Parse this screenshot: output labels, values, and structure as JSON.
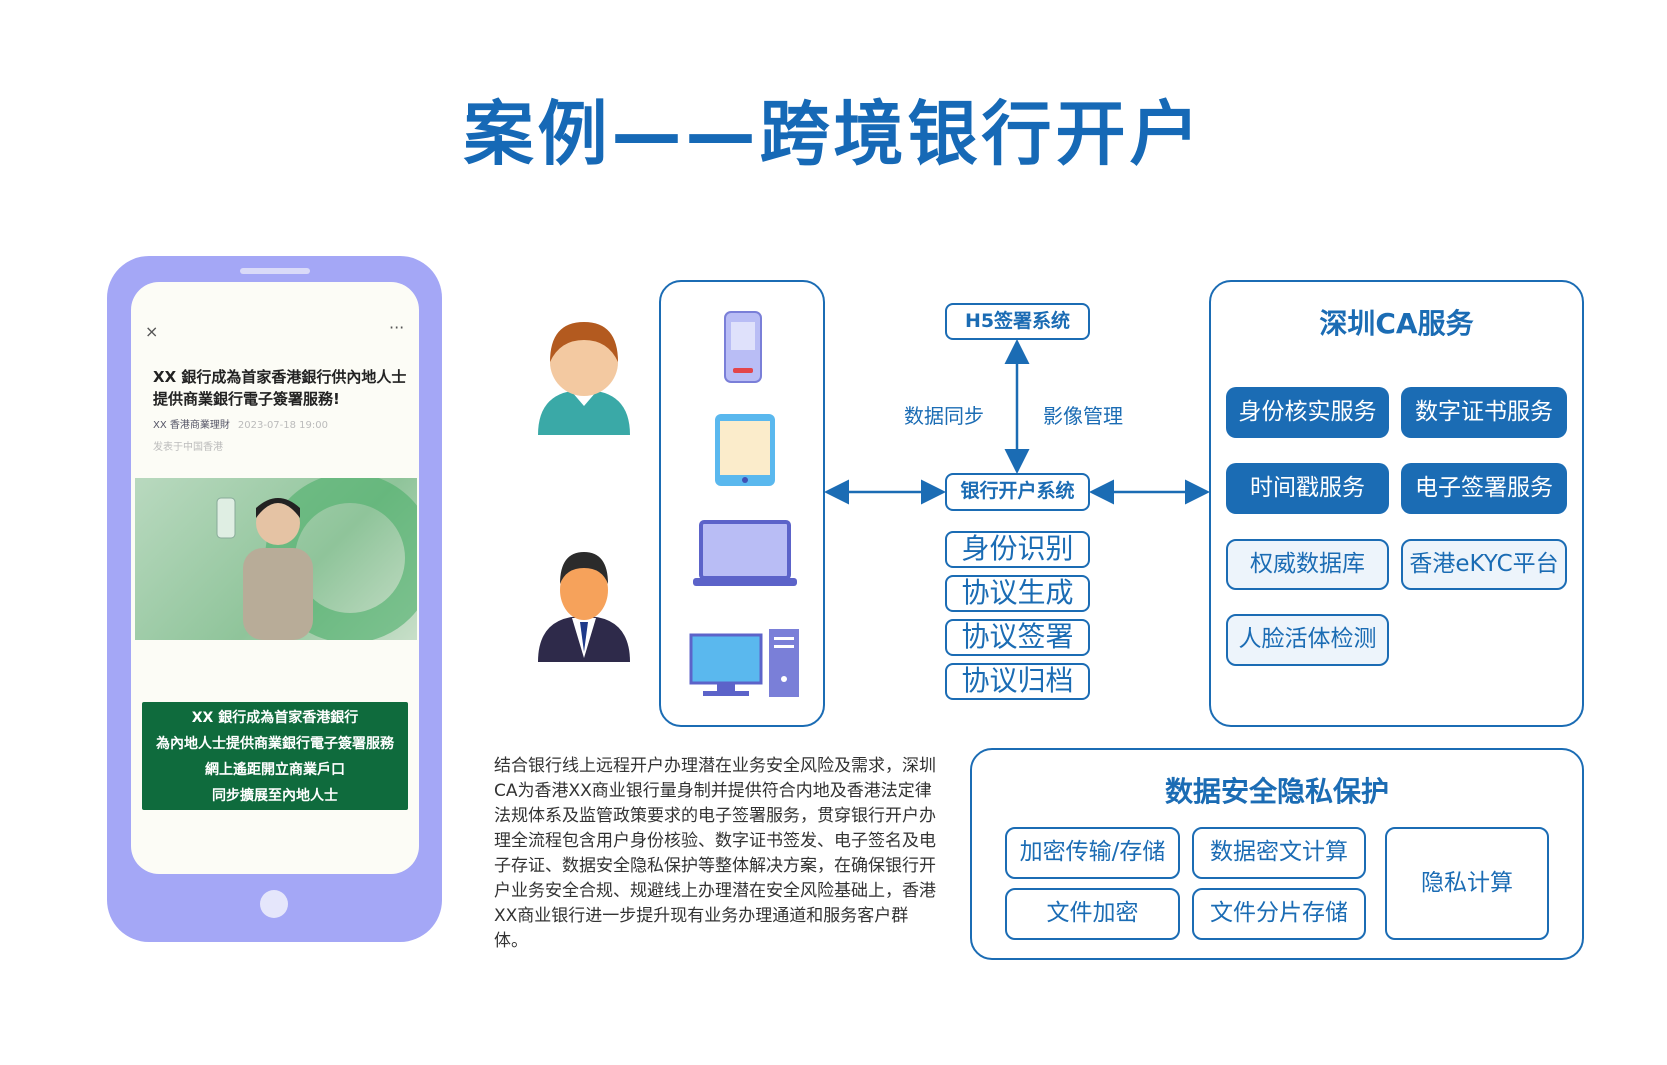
{
  "title": "案例——跨境银行开户",
  "phone": {
    "close": "×",
    "more": "···",
    "headline": "XX 銀行成為首家香港銀行供內地人士提供商業銀行電子簽署服務!",
    "source": "XX 香港商業理財",
    "date": "2023-07-18 19:00",
    "location": "发表于中国香港",
    "banner": [
      "XX 銀行成為首家香港銀行",
      "為內地人士提供商業銀行電子簽署服務",
      "網上遙距開立商業戶口",
      "同步擴展至內地人士"
    ]
  },
  "flow": {
    "h5": "H5签署系统",
    "sync": "数据同步",
    "image_mgmt": "影像管理",
    "bank": "银行开户系统",
    "steps": [
      "身份识别",
      "协议生成",
      "协议签署",
      "协议归档"
    ]
  },
  "ca": {
    "title": "深圳CA服务",
    "services": [
      "身份核实服务",
      "数字证书服务",
      "时间戳服务",
      "电子签署服务"
    ],
    "sources": [
      "权威数据库",
      "香港eKYC平台",
      "人脸活体检测"
    ]
  },
  "privacy": {
    "title": "数据安全隐私保护",
    "items": [
      "加密传输/存储",
      "数据密文计算",
      "文件加密",
      "文件分片存储",
      "隐私计算"
    ]
  },
  "description": "结合银行线上远程开户办理潜在业务安全风险及需求，深圳CA为香港XX商业银行量身制并提供符合内地及香港法定律法规体系及监管政策要求的电子签署服务，贯穿银行开户办理全流程包含用户身份核验、数字证书签发、电子签名及电子存证、数据安全隐私保护等整体解决方案，在确保银行开户业务安全合规、规避线上办理潜在安全风险基础上，香港XX商业银行进一步提升现有业务办理通道和服务客户群体。",
  "colors": {
    "accent": "#1b6cb4",
    "phone": "#a4a7f6",
    "banner": "#0f6b3d"
  }
}
